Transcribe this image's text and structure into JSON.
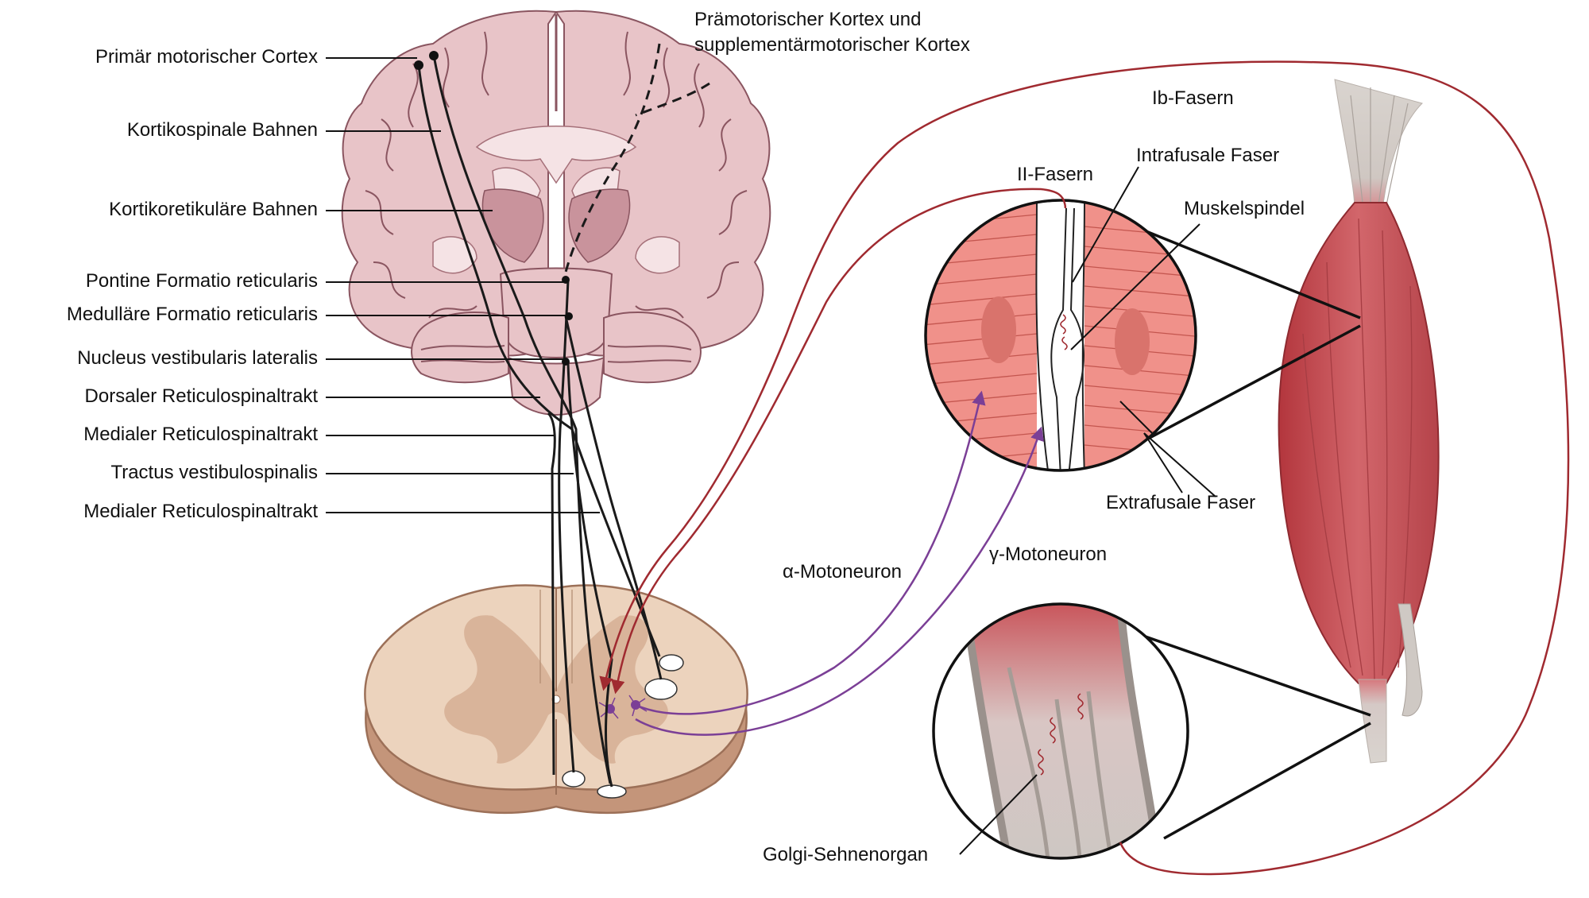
{
  "labels": {
    "primary_motor_cortex": "Primär motorischer Cortex",
    "corticospinal_tracts": "Kortikospinale Bahnen",
    "corticoreticular_tracts": "Kortikoretikuläre Bahnen",
    "pontine_reticular_formation": "Pontine Formatio reticularis",
    "medullary_reticular_formation": "Medulläre Formatio reticularis",
    "lateral_vestibular_nucleus": "Nucleus vestibularis lateralis",
    "dorsal_reticulospinal_tract": "Dorsaler Reticulospinaltrakt",
    "medial_reticulospinal_tract_1": "Medialer Reticulospinaltrakt",
    "vestibulospinal_tract": "Tractus vestibulospinalis",
    "medial_reticulospinal_tract_2": "Medialer Reticulospinaltrakt",
    "premotor_cortex_line1": "Prämotorischer Kortex und",
    "premotor_cortex_line2": "supplementärmotorischer Kortex",
    "ib_fibers": "Ib-Fasern",
    "ii_fibers": "II-Fasern",
    "intrafusal_fiber": "Intrafusale Faser",
    "muscle_spindle": "Muskelspindel",
    "extrafusal_fiber": "Extrafusale Faser",
    "alpha_motoneuron": "α-Motoneuron",
    "gamma_motoneuron": "γ-Motoneuron",
    "golgi_tendon_organ": "Golgi-Sehnenorgan"
  },
  "colors": {
    "brain": "#e8c4c8",
    "spinal_cord": "#ecd3bd",
    "muscle": "#c0474e",
    "tendon": "#cfc9c4",
    "sensory_fiber": "#a02a30",
    "motor_fiber": "#7b3f96"
  }
}
